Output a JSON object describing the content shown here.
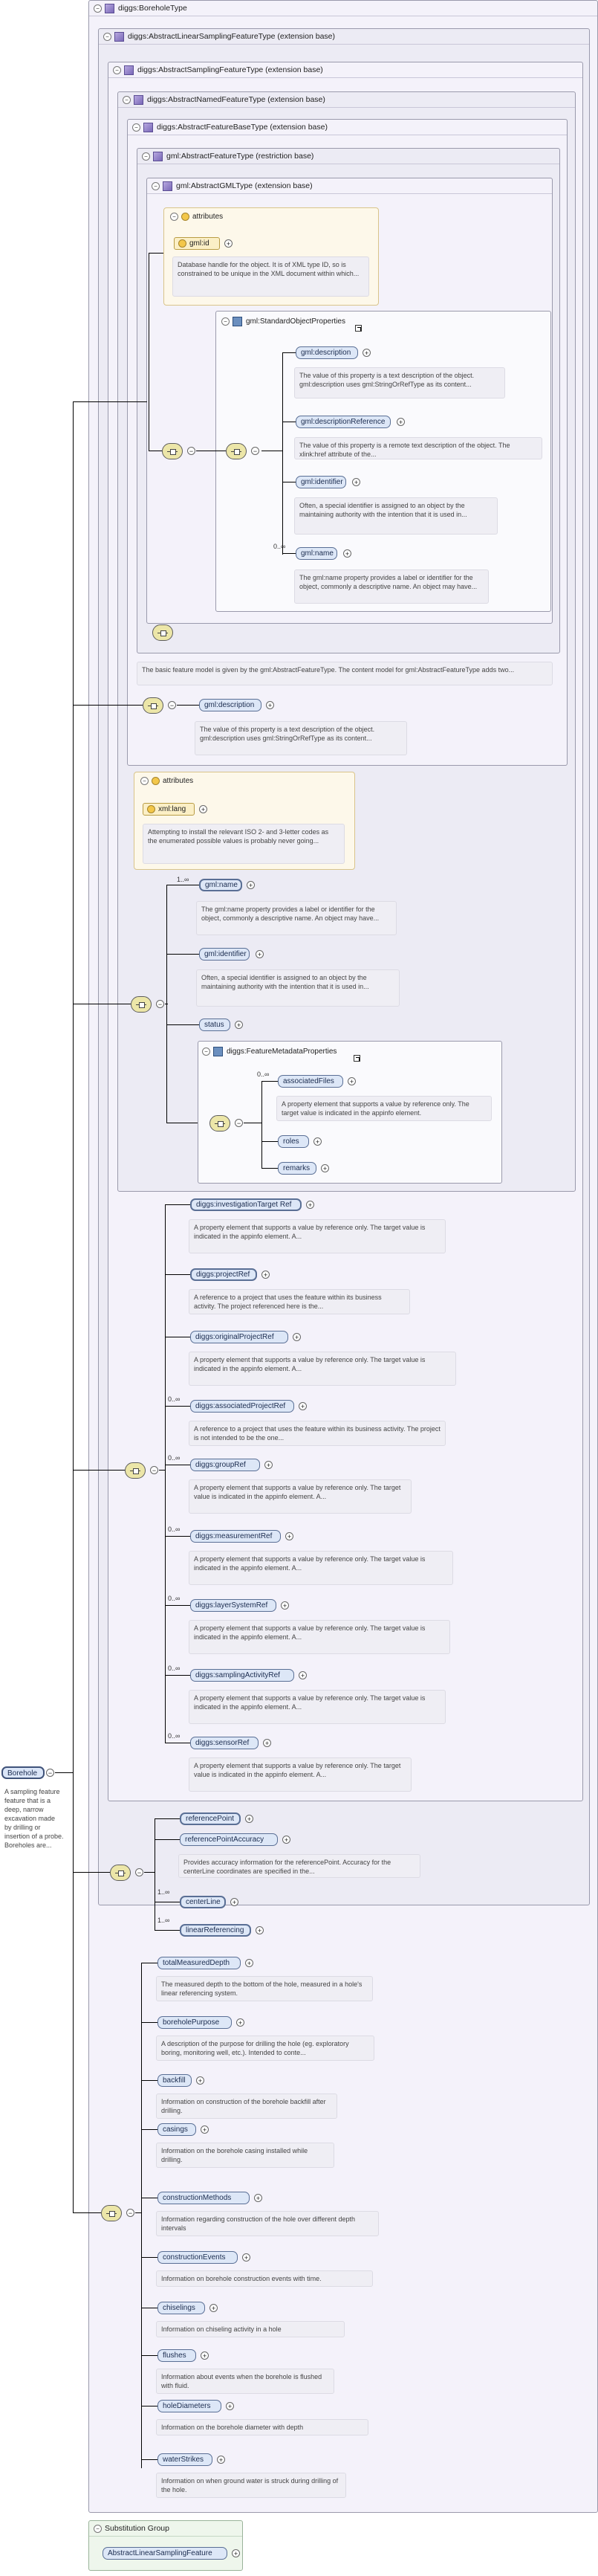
{
  "root": {
    "title": "diggs:BoreholeType",
    "element": "Borehole",
    "element_desc": "A sampling feature feature that is a deep, narrow excavation made by drilling or insertion of a probe. Boreholes are..."
  },
  "bases": {
    "linear_sampling": "diggs:AbstractLinearSamplingFeatureType (extension base)",
    "sampling": "diggs:AbstractSamplingFeatureType (extension base)",
    "named": "diggs:AbstractNamedFeatureType (extension base)",
    "feature_base": "diggs:AbstractFeatureBaseType (extension base)",
    "gml_feature": "gml:AbstractFeatureType (restriction base)",
    "gml_gml": "gml:AbstractGMLType (extension base)"
  },
  "gml_attributes": {
    "header": "attributes",
    "id_label": "gml:id",
    "id_desc": "Database handle for the object. It is of XML type ID, so is constrained to be unique in the XML document within which..."
  },
  "std_props": {
    "label": "gml:StandardObjectProperties",
    "items": [
      {
        "name": "gml:description",
        "desc": "The value of this property is a text description of the object. gml:description uses gml:StringOrRefType as its content..."
      },
      {
        "name": "gml:descriptionReference",
        "desc": "The value of this property is a remote text description of the object. The xlink:href attribute of the..."
      },
      {
        "name": "gml:identifier",
        "desc": "Often, a special identifier is assigned to an object by the maintaining authority with the intention that it is used in..."
      },
      {
        "name": "gml:name",
        "mult": "0..∞",
        "desc": "The gml:name property provides a label or identifier for the object, commonly a descriptive name. An object may have..."
      }
    ]
  },
  "feature_base": {
    "desc": "The basic feature model is given by the gml:AbstractFeatureType. The content model for gml:AbstractFeatureType adds two...",
    "description_name": "gml:description",
    "description_desc": "The value of this property is a text description of the object. gml:description uses gml:StringOrRefType as its content..."
  },
  "named_attributes": {
    "header": "attributes",
    "lang_label": "xml:lang",
    "lang_desc": "Attempting to install the relevant ISO 2- and 3-letter codes as the enumerated possible values is probably never going..."
  },
  "named": {
    "name_mult": "1..∞",
    "name": "gml:name",
    "name_desc": "The gml:name property provides a label or identifier for the object, commonly a descriptive name. An object may have...",
    "identifier": "gml:identifier",
    "identifier_desc": "Often, a special identifier is assigned to an object by the maintaining authority with the intention that it is used in...",
    "status": "status",
    "meta_group": "diggs:FeatureMetadataProperties",
    "meta_mult": "0..∞",
    "associated_files": "associatedFiles",
    "associated_files_desc": "A property element that supports a value by reference only. The target value is indicated in the appinfo element.",
    "roles": "roles",
    "remarks": "remarks"
  },
  "sampling": {
    "items": [
      {
        "name": "diggs:investigationTarget Ref",
        "mult": "",
        "desc": "A property element that supports a value by reference only. The target value is indicated in the appinfo element. A..."
      },
      {
        "name": "diggs:projectRef",
        "mult": "",
        "desc": "A reference to a project that uses the feature within its business activity. The project referenced here is the..."
      },
      {
        "name": "diggs:originalProjectRef",
        "mult": "",
        "desc": "A property element that supports a value by reference only. The target value is indicated in the appinfo element. A..."
      },
      {
        "name": "diggs:associatedProjectRef",
        "mult": "0..∞",
        "desc": "A reference to a project that uses the feature within its business activity. The project is not intended to be the one..."
      },
      {
        "name": "diggs:groupRef",
        "mult": "0..∞",
        "desc": "A property element that supports a value by reference only. The target value is indicated in the appinfo element. A..."
      },
      {
        "name": "diggs:measurementRef",
        "mult": "0..∞",
        "desc": "A property element that supports a value by reference only. The target value is indicated in the appinfo element. A..."
      },
      {
        "name": "diggs:layerSystemRef",
        "mult": "0..∞",
        "desc": "A property element that supports a value by reference only. The target value is indicated in the appinfo element. A..."
      },
      {
        "name": "diggs:samplingActivityRef",
        "mult": "0..∞",
        "desc": "A property element that supports a value by reference only. The target value is indicated in the appinfo element. A..."
      },
      {
        "name": "diggs:sensorRef",
        "mult": "0..∞",
        "desc": "A property element that supports a value by reference only. The target value is indicated in the appinfo element. A..."
      }
    ]
  },
  "linear": {
    "reference_point": "referencePoint",
    "reference_point_accuracy": "referencePointAccuracy",
    "reference_point_accuracy_desc": "Provides accuracy information for the referencePoint. Accuracy for the centerLine coordinates are specified in the...",
    "center_line_mult": "1..∞",
    "center_line": "centerLine",
    "linear_referencing_mult": "1..∞",
    "linear_referencing": "linearReferencing"
  },
  "borehole": {
    "items": [
      {
        "name": "totalMeasuredDepth",
        "desc": "The measured depth to the bottom of the hole, measured in a hole's linear referencing system."
      },
      {
        "name": "boreholePurpose",
        "desc": "A description of the purpose for drilling the hole (eg. exploratory boring, monitoring well, etc.). Intended to conte..."
      },
      {
        "name": "backfill",
        "desc": "Information on construction of the borehole backfill after drilling."
      },
      {
        "name": "casings",
        "desc": "Information on the borehole casing installed while drilling."
      },
      {
        "name": "constructionMethods",
        "desc": "Information regarding construction of the hole over different depth intervals"
      },
      {
        "name": "constructionEvents",
        "desc": "Information on borehole construction events with time."
      },
      {
        "name": "chiselings",
        "desc": "Information on chiseling activity in a hole"
      },
      {
        "name": "flushes",
        "desc": "Information about events when the borehole is flushed with fluid."
      },
      {
        "name": "holeDiameters",
        "desc": "Information on the borehole diameter with depth"
      },
      {
        "name": "waterStrikes",
        "desc": "Information on when ground water is struck during drilling of the hole."
      }
    ]
  },
  "substitution": {
    "header": "Substitution Group",
    "item": "AbstractLinearSamplingFeature"
  }
}
